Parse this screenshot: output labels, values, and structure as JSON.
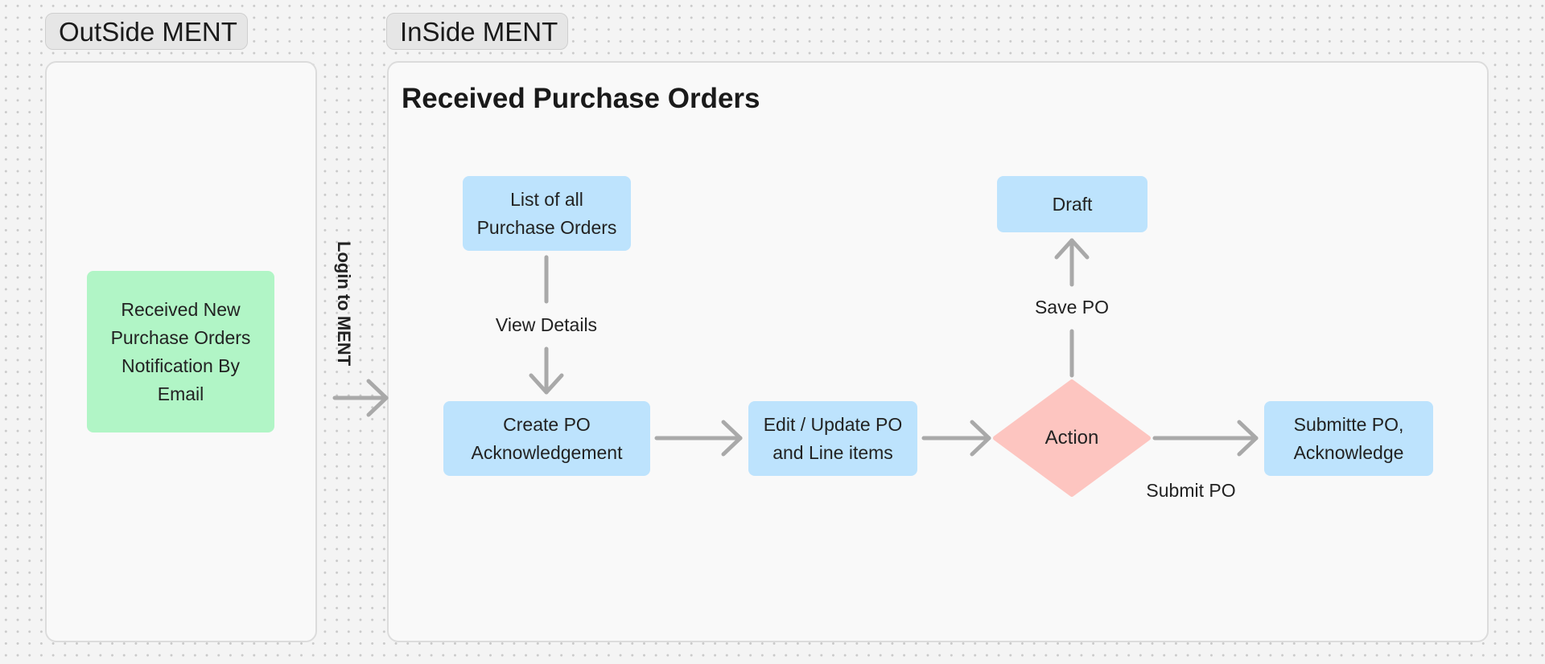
{
  "sections": {
    "outside": {
      "label": "OutSide MENT"
    },
    "inside": {
      "label": "InSide MENT",
      "title": "Received Purchase Orders"
    }
  },
  "nodes": {
    "email_notification": "Received New\nPurchase Orders\nNotification By\nEmail",
    "list_all_pos": "List of all\nPurchase Orders",
    "create_po_ack": "Create PO\nAcknowledgement",
    "edit_update_po": "Edit / Update PO\nand Line items",
    "action": "Action",
    "draft": "Draft",
    "submit_po_ack": "Submitte PO,\nAcknowledge"
  },
  "edges": {
    "login": "Login to MENT",
    "view_details": "View Details",
    "save_po": "Save PO",
    "submit_po": "Submit PO"
  },
  "colors": {
    "process_node": "#bde3fd",
    "start_node": "#b1f5c6",
    "decision_node": "#fdc5c0",
    "connector": "#a9a9a9"
  }
}
